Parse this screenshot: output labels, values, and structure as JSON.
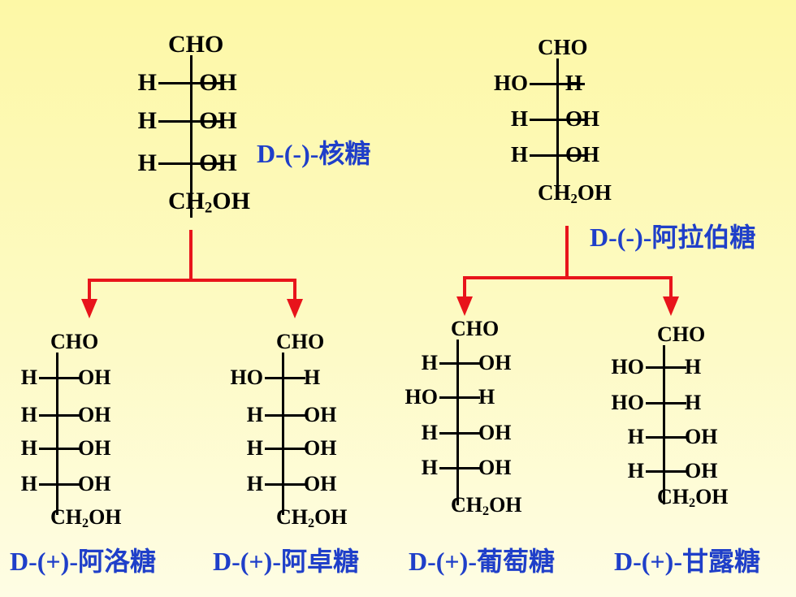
{
  "diagram": {
    "ribose": {
      "name_prefix": "D-(-)-",
      "name_cn": "核糖",
      "rows": [
        [
          "H",
          "OH"
        ],
        [
          "H",
          "OH"
        ],
        [
          "H",
          "OH"
        ]
      ],
      "top": "CHO",
      "bottom_pre": "CH",
      "bottom_sub": "2",
      "bottom_post": "OH"
    },
    "arabinose": {
      "name_prefix": "D-(-)-",
      "name_cn": "阿拉伯糖",
      "rows": [
        [
          "HO",
          "H"
        ],
        [
          "H",
          "OH"
        ],
        [
          "H",
          "OH"
        ]
      ],
      "top": "CHO",
      "bottom_pre": "CH",
      "bottom_sub": "2",
      "bottom_post": "OH"
    },
    "allose": {
      "name_prefix": "D-(+)-",
      "name_cn": "阿洛糖",
      "rows": [
        [
          "H",
          "OH"
        ],
        [
          "H",
          "OH"
        ],
        [
          "H",
          "OH"
        ],
        [
          "H",
          "OH"
        ]
      ],
      "top": "CHO",
      "bottom_pre": "CH",
      "bottom_sub": "2",
      "bottom_post": "OH"
    },
    "altrose": {
      "name_prefix": "D-(+)-",
      "name_cn": "阿卓糖",
      "rows": [
        [
          "HO",
          "H"
        ],
        [
          "H",
          "OH"
        ],
        [
          "H",
          "OH"
        ],
        [
          "H",
          "OH"
        ]
      ],
      "top": "CHO",
      "bottom_pre": "CH",
      "bottom_sub": "2",
      "bottom_post": "OH"
    },
    "glucose": {
      "name_prefix": "D-(+)-",
      "name_cn": "葡萄糖",
      "rows": [
        [
          "H",
          "OH"
        ],
        [
          "HO",
          "H"
        ],
        [
          "H",
          "OH"
        ],
        [
          "H",
          "OH"
        ]
      ],
      "top": "CHO",
      "bottom_pre": "CH",
      "bottom_sub": "2",
      "bottom_post": "OH"
    },
    "mannose": {
      "name_prefix": "D-(+)-",
      "name_cn": "甘露糖",
      "rows": [
        [
          "HO",
          "H"
        ],
        [
          "HO",
          "H"
        ],
        [
          "H",
          "OH"
        ],
        [
          "H",
          "OH"
        ]
      ],
      "top": "CHO",
      "bottom_pre": "CH",
      "bottom_sub": "2",
      "bottom_post": "OH"
    },
    "colors": {
      "arrow": "#e8141b",
      "name": "#1f3fc9",
      "text": "#000000"
    }
  }
}
